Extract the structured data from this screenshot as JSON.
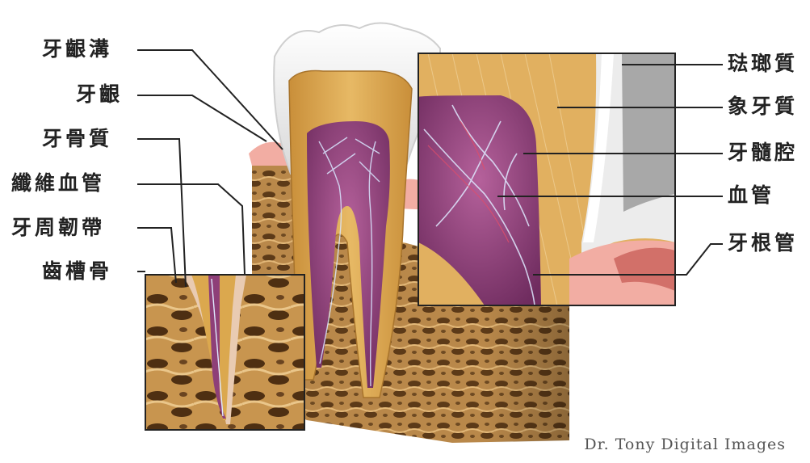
{
  "labels_left": [
    {
      "id": "gingival-sulcus",
      "text": "牙齦溝"
    },
    {
      "id": "gingiva",
      "text": "牙齦"
    },
    {
      "id": "cementum",
      "text": "牙骨質"
    },
    {
      "id": "fiber-vessel",
      "text": "纖維血管"
    },
    {
      "id": "periodontal-ligament",
      "text": "牙周韌帶"
    },
    {
      "id": "alveolar-bone",
      "text": "齒槽骨"
    }
  ],
  "labels_right": [
    {
      "id": "enamel",
      "text": "琺瑯質"
    },
    {
      "id": "dentin",
      "text": "象牙質"
    },
    {
      "id": "pulp-cavity",
      "text": "牙髓腔"
    },
    {
      "id": "blood-vessel",
      "text": "血管"
    },
    {
      "id": "root-canal",
      "text": "牙根管"
    }
  ],
  "credit": "Dr. Tony Digital Images",
  "colors": {
    "enamel": "#eeeeee",
    "dentin": "#dba84e",
    "pulp": "#8e3f78",
    "gum": "#f0aaa0",
    "bone": "#b88a4c",
    "line": "#222222"
  }
}
